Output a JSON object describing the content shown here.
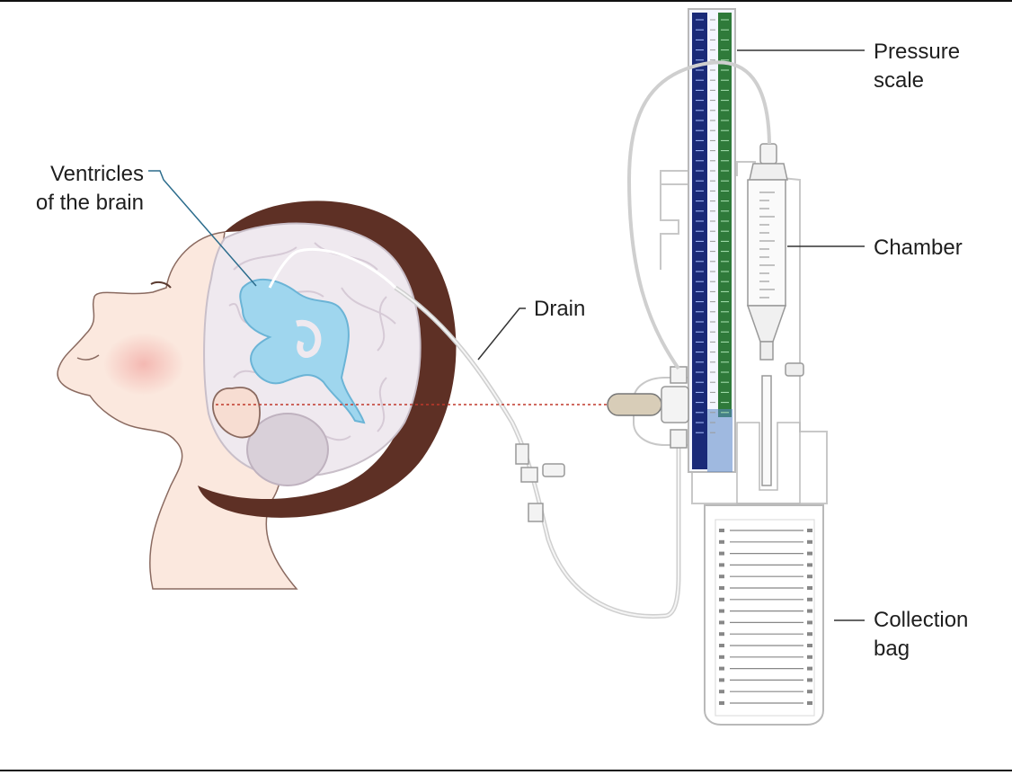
{
  "labels": {
    "ventricles": "Ventricles\nof the brain",
    "drain": "Drain",
    "pressure_scale": "Pressure\nscale",
    "chamber": "Chamber",
    "collection_bag": "Collection\nbag"
  },
  "colors": {
    "skin": "#fbe8de",
    "hair": "#5e3025",
    "brain": "#efe9ef",
    "ventricles": "#9fd6ee",
    "scale_blue": "#1a2a78",
    "scale_green": "#2f7a3a",
    "tube": "#cfcfcf",
    "reference_line": "#c0392b"
  },
  "counts": {
    "bag_lines": 16,
    "scale_ticks": 42
  }
}
